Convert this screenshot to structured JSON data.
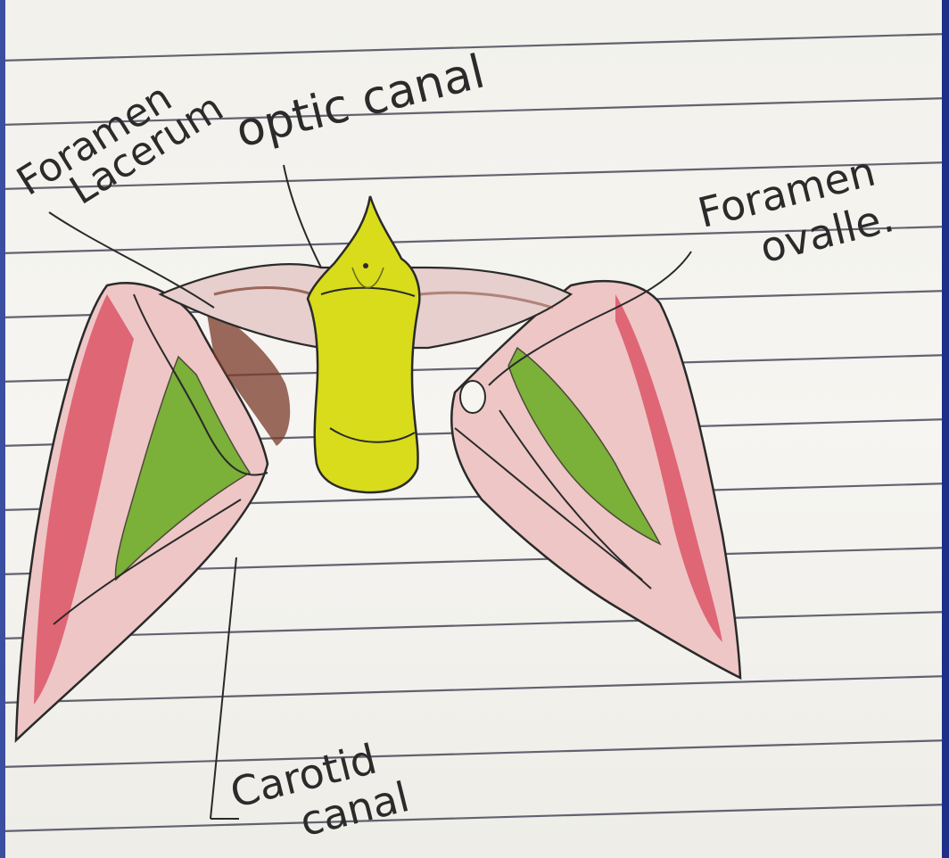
{
  "labels": {
    "optic_canal": "optic canal",
    "foramen_lacerum_line1": "Foramen",
    "foramen_lacerum_line2": "Lacerum",
    "foramen_ovale_line1": "Foramen",
    "foramen_ovale_line2": "ovalle.",
    "carotid_canal_line1": "Carotid",
    "carotid_canal_line2": "canal"
  },
  "colors": {
    "paper": "#f4f3ef",
    "ruled_line": "#4a4a5a",
    "outline": "#2a2a2a",
    "body_yellow": "#d8dc1a",
    "wing_red": "#d9455a",
    "wing_pink": "#e8b8b8",
    "brown": "#7a3a2a",
    "green": "#6fae2a"
  }
}
